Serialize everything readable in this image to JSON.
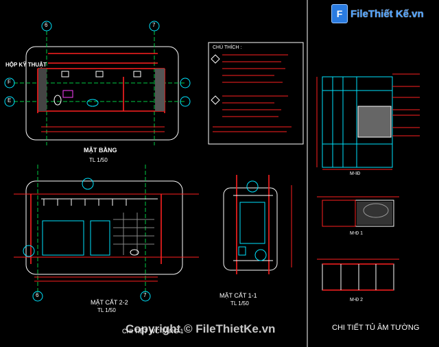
{
  "logo_text": "FileThiết Kế.vn",
  "watermark": "Copyright © FileThietKe.vn",
  "plan": {
    "title": "MẶT BẰNG",
    "scale": "TL 1/50",
    "tag": "HỘP KỸ THUẬT"
  },
  "section22": {
    "title": "MẶT CẮT 2-2",
    "scale": "TL 1/50",
    "footer": "CHI TIẾT WC TẦNG 1"
  },
  "section11": {
    "title": "MẶT CẮT 1-1",
    "scale": "TL 1/50"
  },
  "cabinet": {
    "title": "CHI TIẾT TỦ ÂM TƯỜNG",
    "views": [
      "M-IĐ",
      "M-Đ 1",
      "M-Đ 2"
    ]
  },
  "notes_title": "CHÚ THÍCH :",
  "grid_labels": [
    "6",
    "7",
    "F",
    "E"
  ],
  "colors": {
    "bg": "#000000",
    "wall": "#ff2020",
    "fixture": "#00e5ff",
    "grid": "#00cc44",
    "text": "#ffffff",
    "accent": "#ff40ff"
  }
}
